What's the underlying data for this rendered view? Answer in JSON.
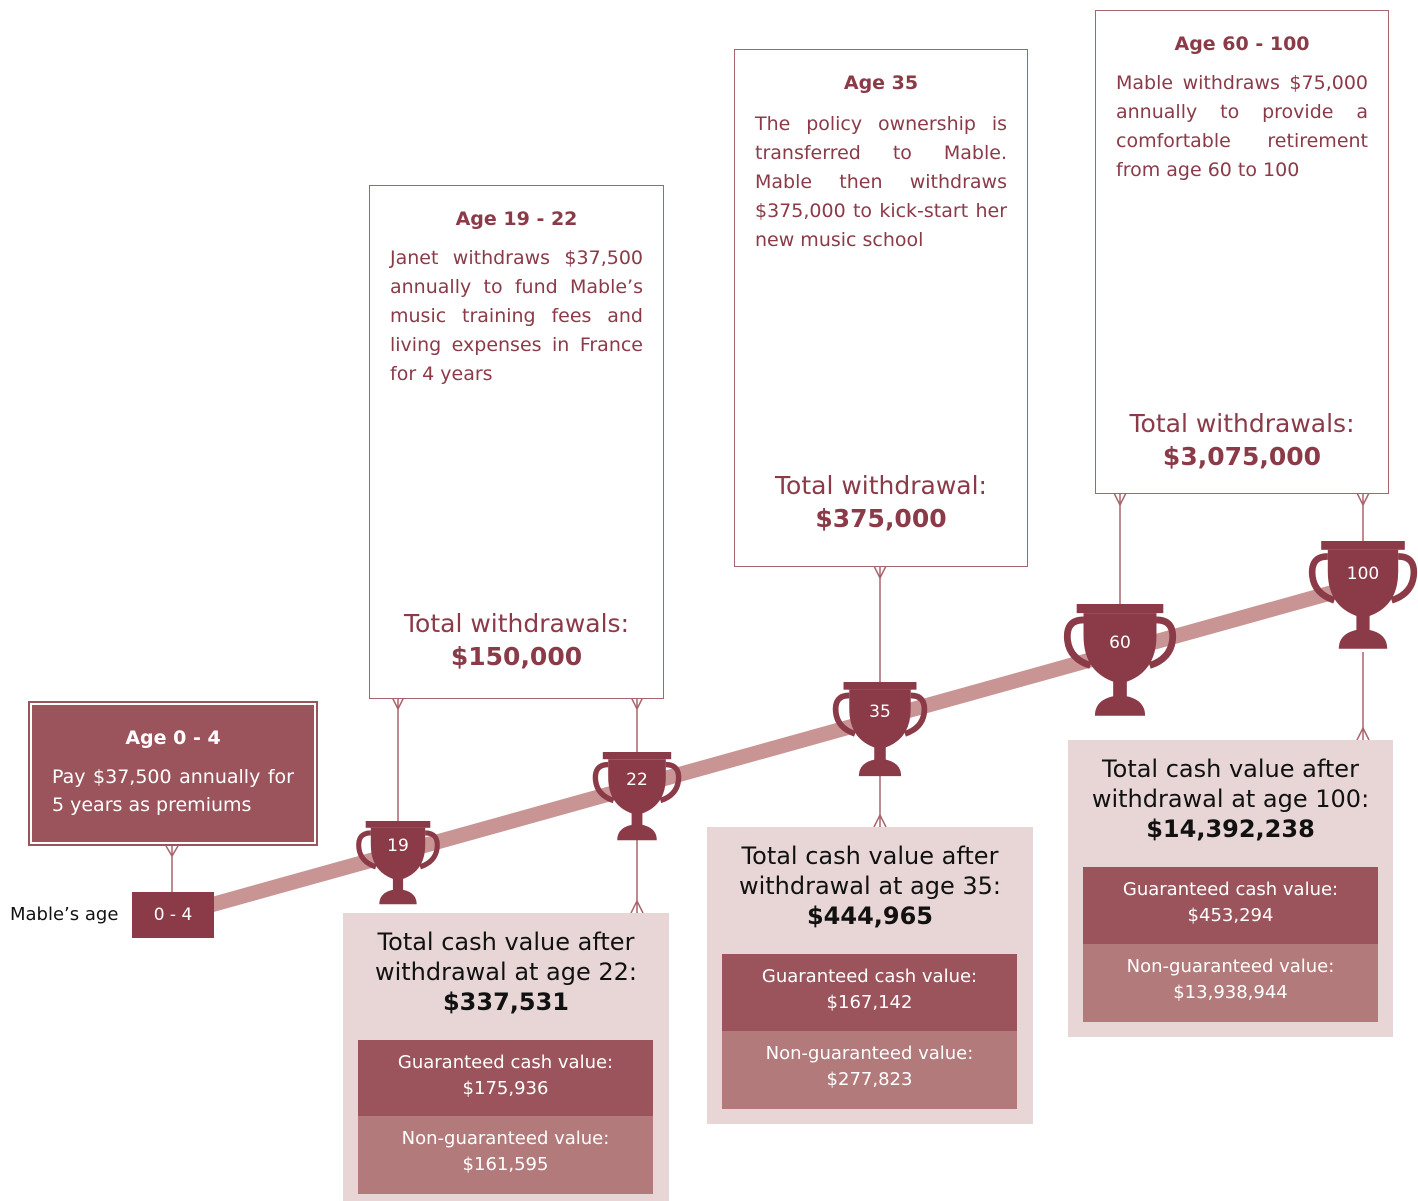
{
  "age_label": "Mable’s age",
  "start_age": "0 - 4",
  "start_box": {
    "heading": "Age 0 - 4",
    "desc": "Pay $37,500 annually for 5 years as premiums"
  },
  "milestones": [
    {
      "age": "19",
      "heading": "Age 19 - 22",
      "desc": "Janet withdraws $37,500 annually to fund Mable’s music training fees and living expenses in France for 4 years",
      "total_label": "Total withdrawals:",
      "total_value": "$150,000",
      "icon": "graduation-cap-icon"
    },
    {
      "age": "35",
      "heading": "Age 35",
      "desc": "The policy ownership is transferred to Mable. Mable then withdraws $375,000 to kick-start her new music school",
      "total_label": "Total withdrawal:",
      "total_value": "$375,000",
      "icon": "treble-clef-icon"
    },
    {
      "age": "60",
      "heading": "Age 60 - 100",
      "desc": "Mable withdraws $75,000 annually to provide a comfortable retirement from age 60 to 100",
      "total_label": "Total withdrawals:",
      "total_value": "$3,075,000",
      "icon": "rocking-chair-icon"
    }
  ],
  "trophy_ages": [
    "19",
    "22",
    "35",
    "60",
    "100"
  ],
  "values": [
    {
      "label": "Total cash value after withdrawal at age 22:",
      "total": "$337,531",
      "guaranteed_label": "Guaranteed cash value:",
      "guaranteed": "$175,936",
      "non_guaranteed_label": "Non-guaranteed value:",
      "non_guaranteed": "$161,595"
    },
    {
      "label": "Total cash value after withdrawal at age 35:",
      "total": "$444,965",
      "guaranteed_label": "Guaranteed cash value:",
      "guaranteed": "$167,142",
      "non_guaranteed_label": "Non-guaranteed value:",
      "non_guaranteed": "$277,823"
    },
    {
      "label": "Total cash value after withdrawal at age 100:",
      "total": "$14,392,238",
      "guaranteed_label": "Guaranteed cash value:",
      "guaranteed": "$453,294",
      "non_guaranteed_label": "Non-guaranteed value:",
      "non_guaranteed": "$13,938,944"
    }
  ],
  "colors": {
    "primary": "#8b3a48",
    "medium": "#9b545b",
    "light": "#b27a7b",
    "pale": "#e8d6d6",
    "band": "#c99594"
  }
}
